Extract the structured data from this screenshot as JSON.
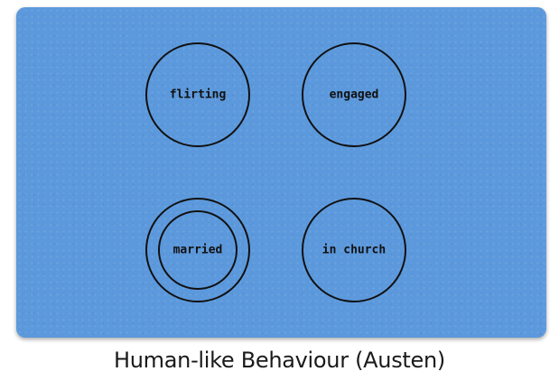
{
  "diagram": {
    "states": [
      {
        "id": "flirting",
        "label": "flirting",
        "final": false
      },
      {
        "id": "engaged",
        "label": "engaged",
        "final": false
      },
      {
        "id": "married",
        "label": "married",
        "final": true
      },
      {
        "id": "in-church",
        "label": "in church",
        "final": false
      }
    ]
  },
  "caption": "Human-like Behaviour (Austen)",
  "colors": {
    "panel": "#5c99dc",
    "stroke": "#111111"
  }
}
